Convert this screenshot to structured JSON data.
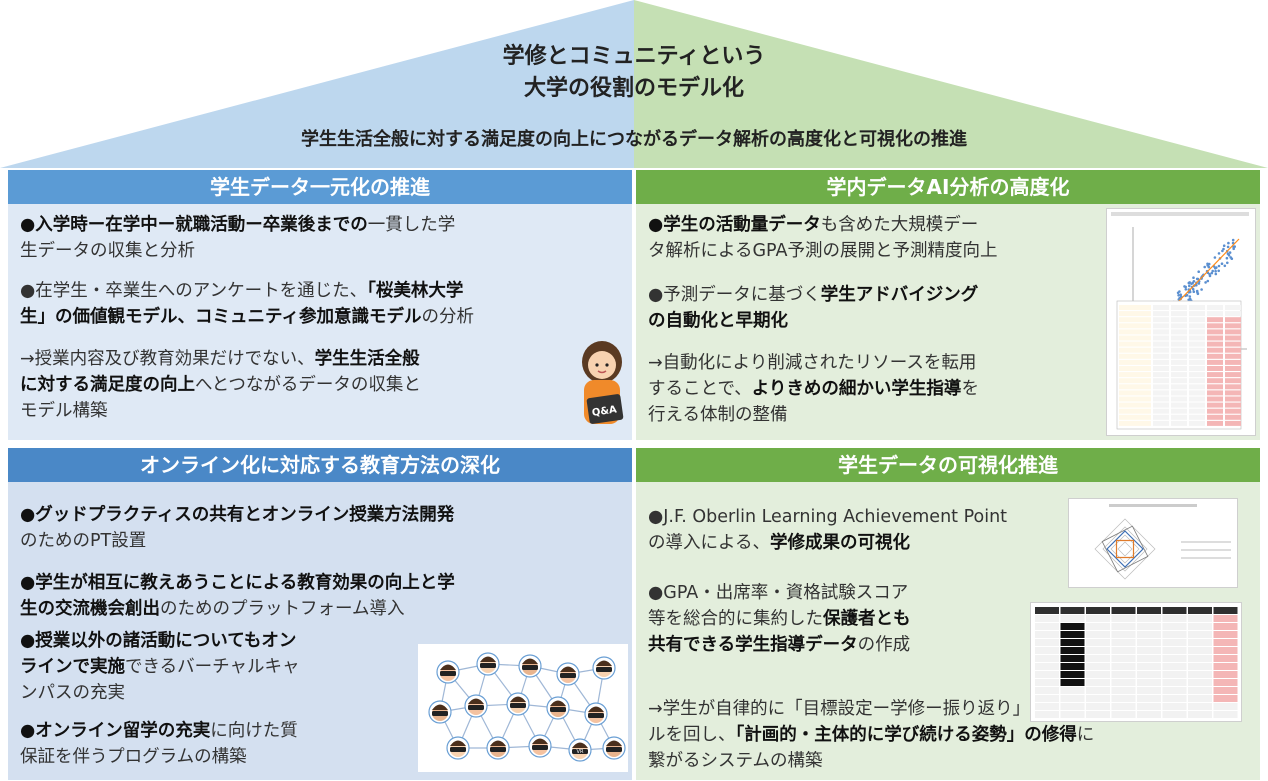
{
  "roof": {
    "title_line1": "学修とコミュニティという",
    "title_line2": "大学の役割のモデル化",
    "subtitle": "学生生活全般に対する満足度の向上につながるデータ解析の高度化と可視化の推進"
  },
  "panels": {
    "p1": {
      "header": "学生データ一元化の推進",
      "item1": {
        "b1": "●入学時ー在学中ー就職活動ー卒業後までの",
        "t1": "一貫した学",
        "t2": "生データの収集と分析"
      },
      "item2": {
        "t1": "●在学生・卒業生へのアンケートを通じた、",
        "b1": "「桜美林大学",
        "b2": "生」の価値観モデル、コミュニティ参加意識モデル",
        "t2": "の分析"
      },
      "item3": {
        "t1": "→授業内容及び教育効果だけでない、",
        "b1": "学生生活全般",
        "b2": "に対する満足度の向上",
        "t2": "へとつながるデータの収集と",
        "t3": "モデル構築"
      },
      "board_text": "Q&A"
    },
    "p2": {
      "header": "学内データAI分析の高度化",
      "item1": {
        "b1": "●学生の活動量データ",
        "t1": "も含めた大規模デー",
        "t2": "タ解析によるGPA予測の展開と予測精度向上"
      },
      "item2": {
        "t1": "●予測データに基づく",
        "b1": "学生アドバイジング",
        "b2": "の自動化と早期化"
      },
      "item3": {
        "t1": "→自動化により削減されたリソースを転用",
        "t2": "することで、",
        "b1": "よりきめの細かい学生指導",
        "t3": "を",
        "t4": "行える体制の整備"
      }
    },
    "p3": {
      "header": "オンライン化に対応する教育方法の深化",
      "item1": {
        "b1": "●グッドプラクティスの共有とオンライン授業方法開発",
        "t1": "のためのPT設置"
      },
      "item2": {
        "b1": "●学生が相互に教えあうことによる教育効果の向上と学",
        "b2": "生の交流機会創出",
        "t1": "のためのプラットフォーム導入"
      },
      "item3": {
        "b1": "●授業以外の諸活動についてもオン",
        "b2": "ラインで実施",
        "t1": "できるバーチャルキャ",
        "t2": "ンパスの充実"
      },
      "item4": {
        "b1": "●オンライン留学の充実",
        "t1": "に向けた質",
        "t2": "保証を伴うプログラムの構築"
      },
      "vr_label": "VR"
    },
    "p4": {
      "header": "学生データの可視化推進",
      "item1": {
        "t1": "●J.F. Oberlin Learning Achievement Point",
        "t2": "の導入による、",
        "b1": "学修成果の可視化"
      },
      "item2": {
        "t1": "●GPA・出席率・資格試験スコア",
        "t2": "等を総合的に集約した",
        "b1": "保護者とも",
        "b2": "共有できる学生指導データ",
        "t3": "の作成"
      },
      "item3": {
        "t1": "→学生が自律的に「目標設定ー学修ー振り返り」のサイク",
        "t2": "ルを回し、",
        "b1": "「計画的・主体的に学び続ける姿勢」",
        "t3": "の修得",
        "t4": "に",
        "t5": "繋がるシステムの構築"
      }
    }
  },
  "colors": {
    "roof_left": "#bdd7ee",
    "roof_right": "#c5e0b4",
    "blue_header": "#5b9bd5",
    "green_header": "#6fae49",
    "red_cell": "#f4b6b6"
  }
}
